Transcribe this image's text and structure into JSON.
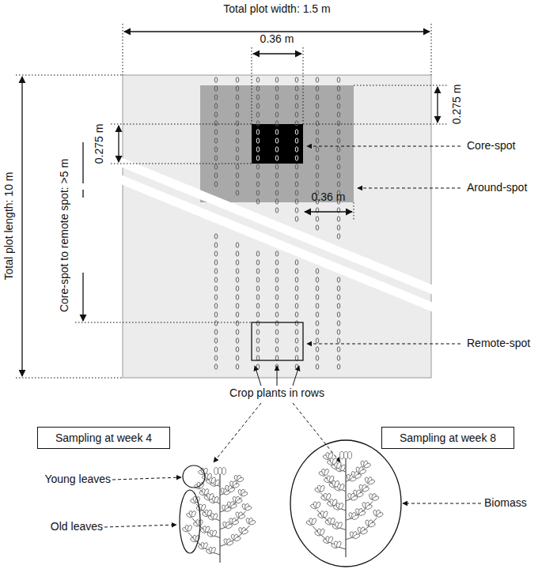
{
  "diagram": {
    "nodes": [
      {
        "text": [
          "Sampling at week 4"
        ]
      },
      {
        "text": [
          "Sampling at week 8"
        ]
      }
    ],
    "labels": [
      "Total plot width: 1.5 m",
      "0.36 m",
      "0.275 m",
      "Total plot length: 10 m",
      "0.275 m",
      "Core-spot to remote spot: >5 m",
      "Core-spot",
      "Around-spot",
      "0.36 m",
      "Remote-spot",
      "Crop plants in rows",
      "Young leaves",
      "Old leaves",
      "Biomass"
    ]
  }
}
